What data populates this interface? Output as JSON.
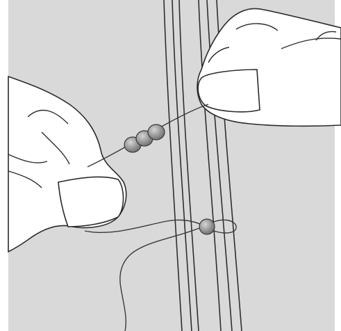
{
  "illustration": {
    "subject": "beading-thread-illustration",
    "colors": {
      "background": "#d9d9d9",
      "border": "#ffffff",
      "skin": "#ffffff",
      "outline": "#2b2b2b",
      "thread": "#3a3a3a",
      "bead_fill": "#8f8f8f",
      "bead_highlight": "#cfcfcf"
    },
    "beads_on_needle": 3,
    "beads_on_warp": 1,
    "warp_threads": 6
  }
}
